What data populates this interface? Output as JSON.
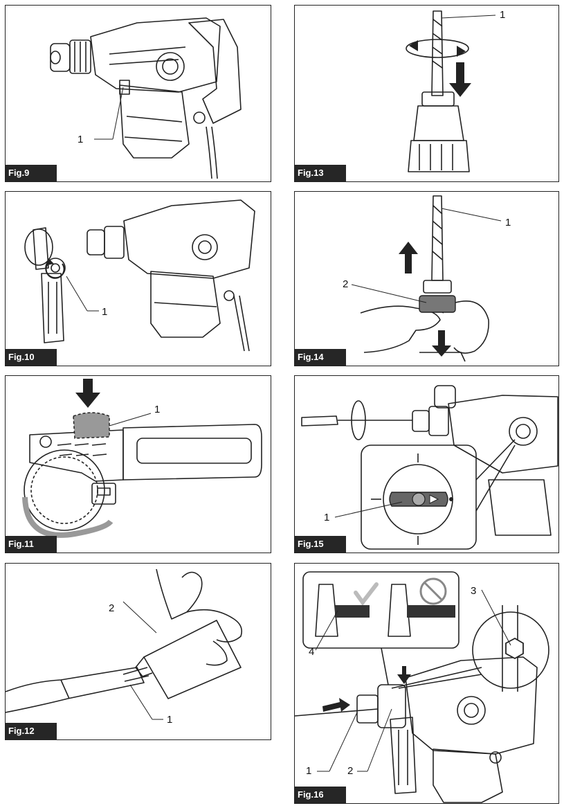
{
  "figures": [
    {
      "id": "fig9",
      "label": "Fig.9",
      "callouts": [
        "1"
      ]
    },
    {
      "id": "fig10",
      "label": "Fig.10",
      "callouts": [
        "1"
      ]
    },
    {
      "id": "fig11",
      "label": "Fig.11",
      "callouts": [
        "1"
      ]
    },
    {
      "id": "fig12",
      "label": "Fig.12",
      "callouts": [
        "2",
        "1"
      ]
    },
    {
      "id": "fig13",
      "label": "Fig.13",
      "callouts": [
        "1"
      ]
    },
    {
      "id": "fig14",
      "label": "Fig.14",
      "callouts": [
        "1",
        "2"
      ]
    },
    {
      "id": "fig15",
      "label": "Fig.15",
      "callouts": [
        "1"
      ]
    },
    {
      "id": "fig16",
      "label": "Fig.16",
      "callouts": [
        "3",
        "4",
        "1",
        "2"
      ]
    }
  ],
  "icons": [
    "rotary-hammer-icon",
    "side-handle-icon",
    "drill-bit-icon",
    "chisel-icon",
    "grease-tube-icon",
    "hand-icon",
    "arrow-icon",
    "mode-knob-icon",
    "prohibited-icon",
    "checkmark-icon",
    "hex-bolt-icon"
  ]
}
